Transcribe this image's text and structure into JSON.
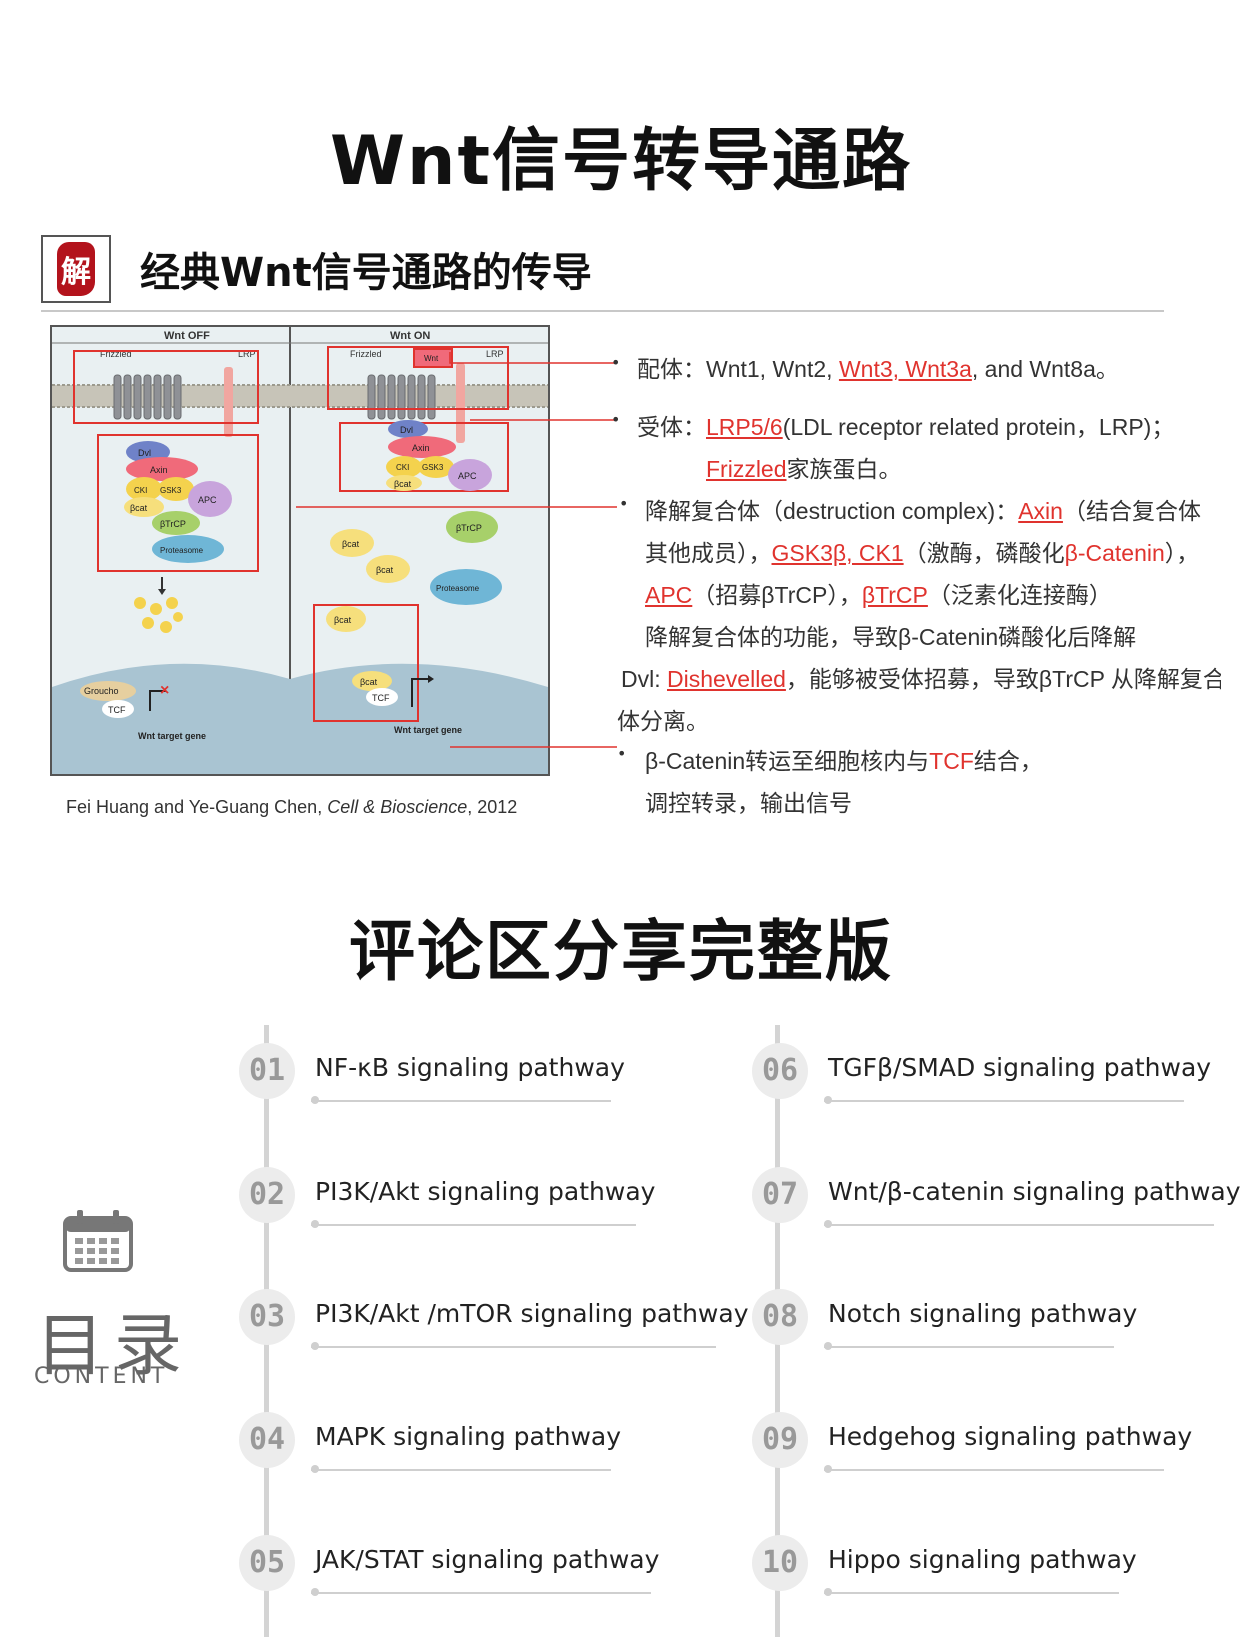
{
  "main_title": "Wnt信号转导通路",
  "section_heading": "经典Wnt信号通路的传导",
  "seal_char": "解",
  "figure": {
    "panel_off_title": "Wnt OFF",
    "panel_on_title": "Wnt ON",
    "labels": {
      "frizzled": "Frizzled",
      "lrp": "LRP",
      "wnt": "Wnt",
      "dvl": "Dvl",
      "axin": "Axin",
      "cki": "CKI",
      "gsk3": "GSK3",
      "apc": "APC",
      "bcat": "βcat",
      "btrcp": "βTrCP",
      "proteasome": "Proteasome",
      "groucho": "Groucho",
      "tcf": "TCF",
      "target_gene": "Wnt target gene"
    }
  },
  "caption": {
    "authors": "Fei Huang and Ye-Guang Chen, ",
    "journal": "Cell & Bioscience",
    "year": ", 2012"
  },
  "annotations": {
    "a1_prefix": "配体：Wnt1, Wnt2, ",
    "a1_red": "Wnt3, Wnt3a",
    "a1_suffix": ", and Wnt8a。",
    "a2_prefix": "受体：",
    "a2_red": "LRP5/6",
    "a2_suffix": "(LDL receptor related protein，LRP)；",
    "a3_red": "Frizzled",
    "a3_suffix": "家族蛋白。",
    "a4_prefix": "降解复合体（destruction complex)：",
    "a4_red": "Axin",
    "a4_suffix": "（结合复合体",
    "a5_prefix": "其他成员），",
    "a5_red1": "GSK3β, CK1",
    "a5_mid": "（激酶，磷酸化",
    "a5_red2": "β-Catenin",
    "a5_suffix": "），",
    "a6_red1": "APC",
    "a6_mid": "（招募βTrCP），",
    "a6_red2": "βTrCP",
    "a6_suffix": "（泛素化连接酶）",
    "a7": "降解复合体的功能，导致β-Catenin磷酸化后降解",
    "a8_prefix": "Dvl: ",
    "a8_red": "Dishevelled",
    "a8_suffix": "，能够被受体招募，导致βTrCP 从降解复合",
    "a9": "体分离。",
    "a10_prefix": "β-Catenin转运至细胞核内与",
    "a10_red": "TCF",
    "a10_suffix": "结合，",
    "a11": "调控转录，输出信号"
  },
  "second_title": "评论区分享完整版",
  "toc": {
    "heading": "目录",
    "subheading": "CONTENT",
    "items": [
      {
        "num": "01",
        "label": "NF-κB signaling pathway"
      },
      {
        "num": "02",
        "label": "PI3K/Akt signaling pathway"
      },
      {
        "num": "03",
        "label": "PI3K/Akt /mTOR signaling pathway"
      },
      {
        "num": "04",
        "label": "MAPK signaling pathway"
      },
      {
        "num": "05",
        "label": "JAK/STAT signaling pathway"
      },
      {
        "num": "06",
        "label": "TGFβ/SMAD signaling pathway"
      },
      {
        "num": "07",
        "label": "Wnt/β-catenin signaling pathway"
      },
      {
        "num": "08",
        "label": "Notch signaling pathway"
      },
      {
        "num": "09",
        "label": "Hedgehog signaling pathway"
      },
      {
        "num": "10",
        "label": "Hippo signaling pathway"
      }
    ]
  },
  "colors": {
    "accent_red": "#e0332e",
    "seal_red": "#b3131c",
    "badge_gray": "#ececec",
    "line_gray": "#d4d4d4"
  }
}
